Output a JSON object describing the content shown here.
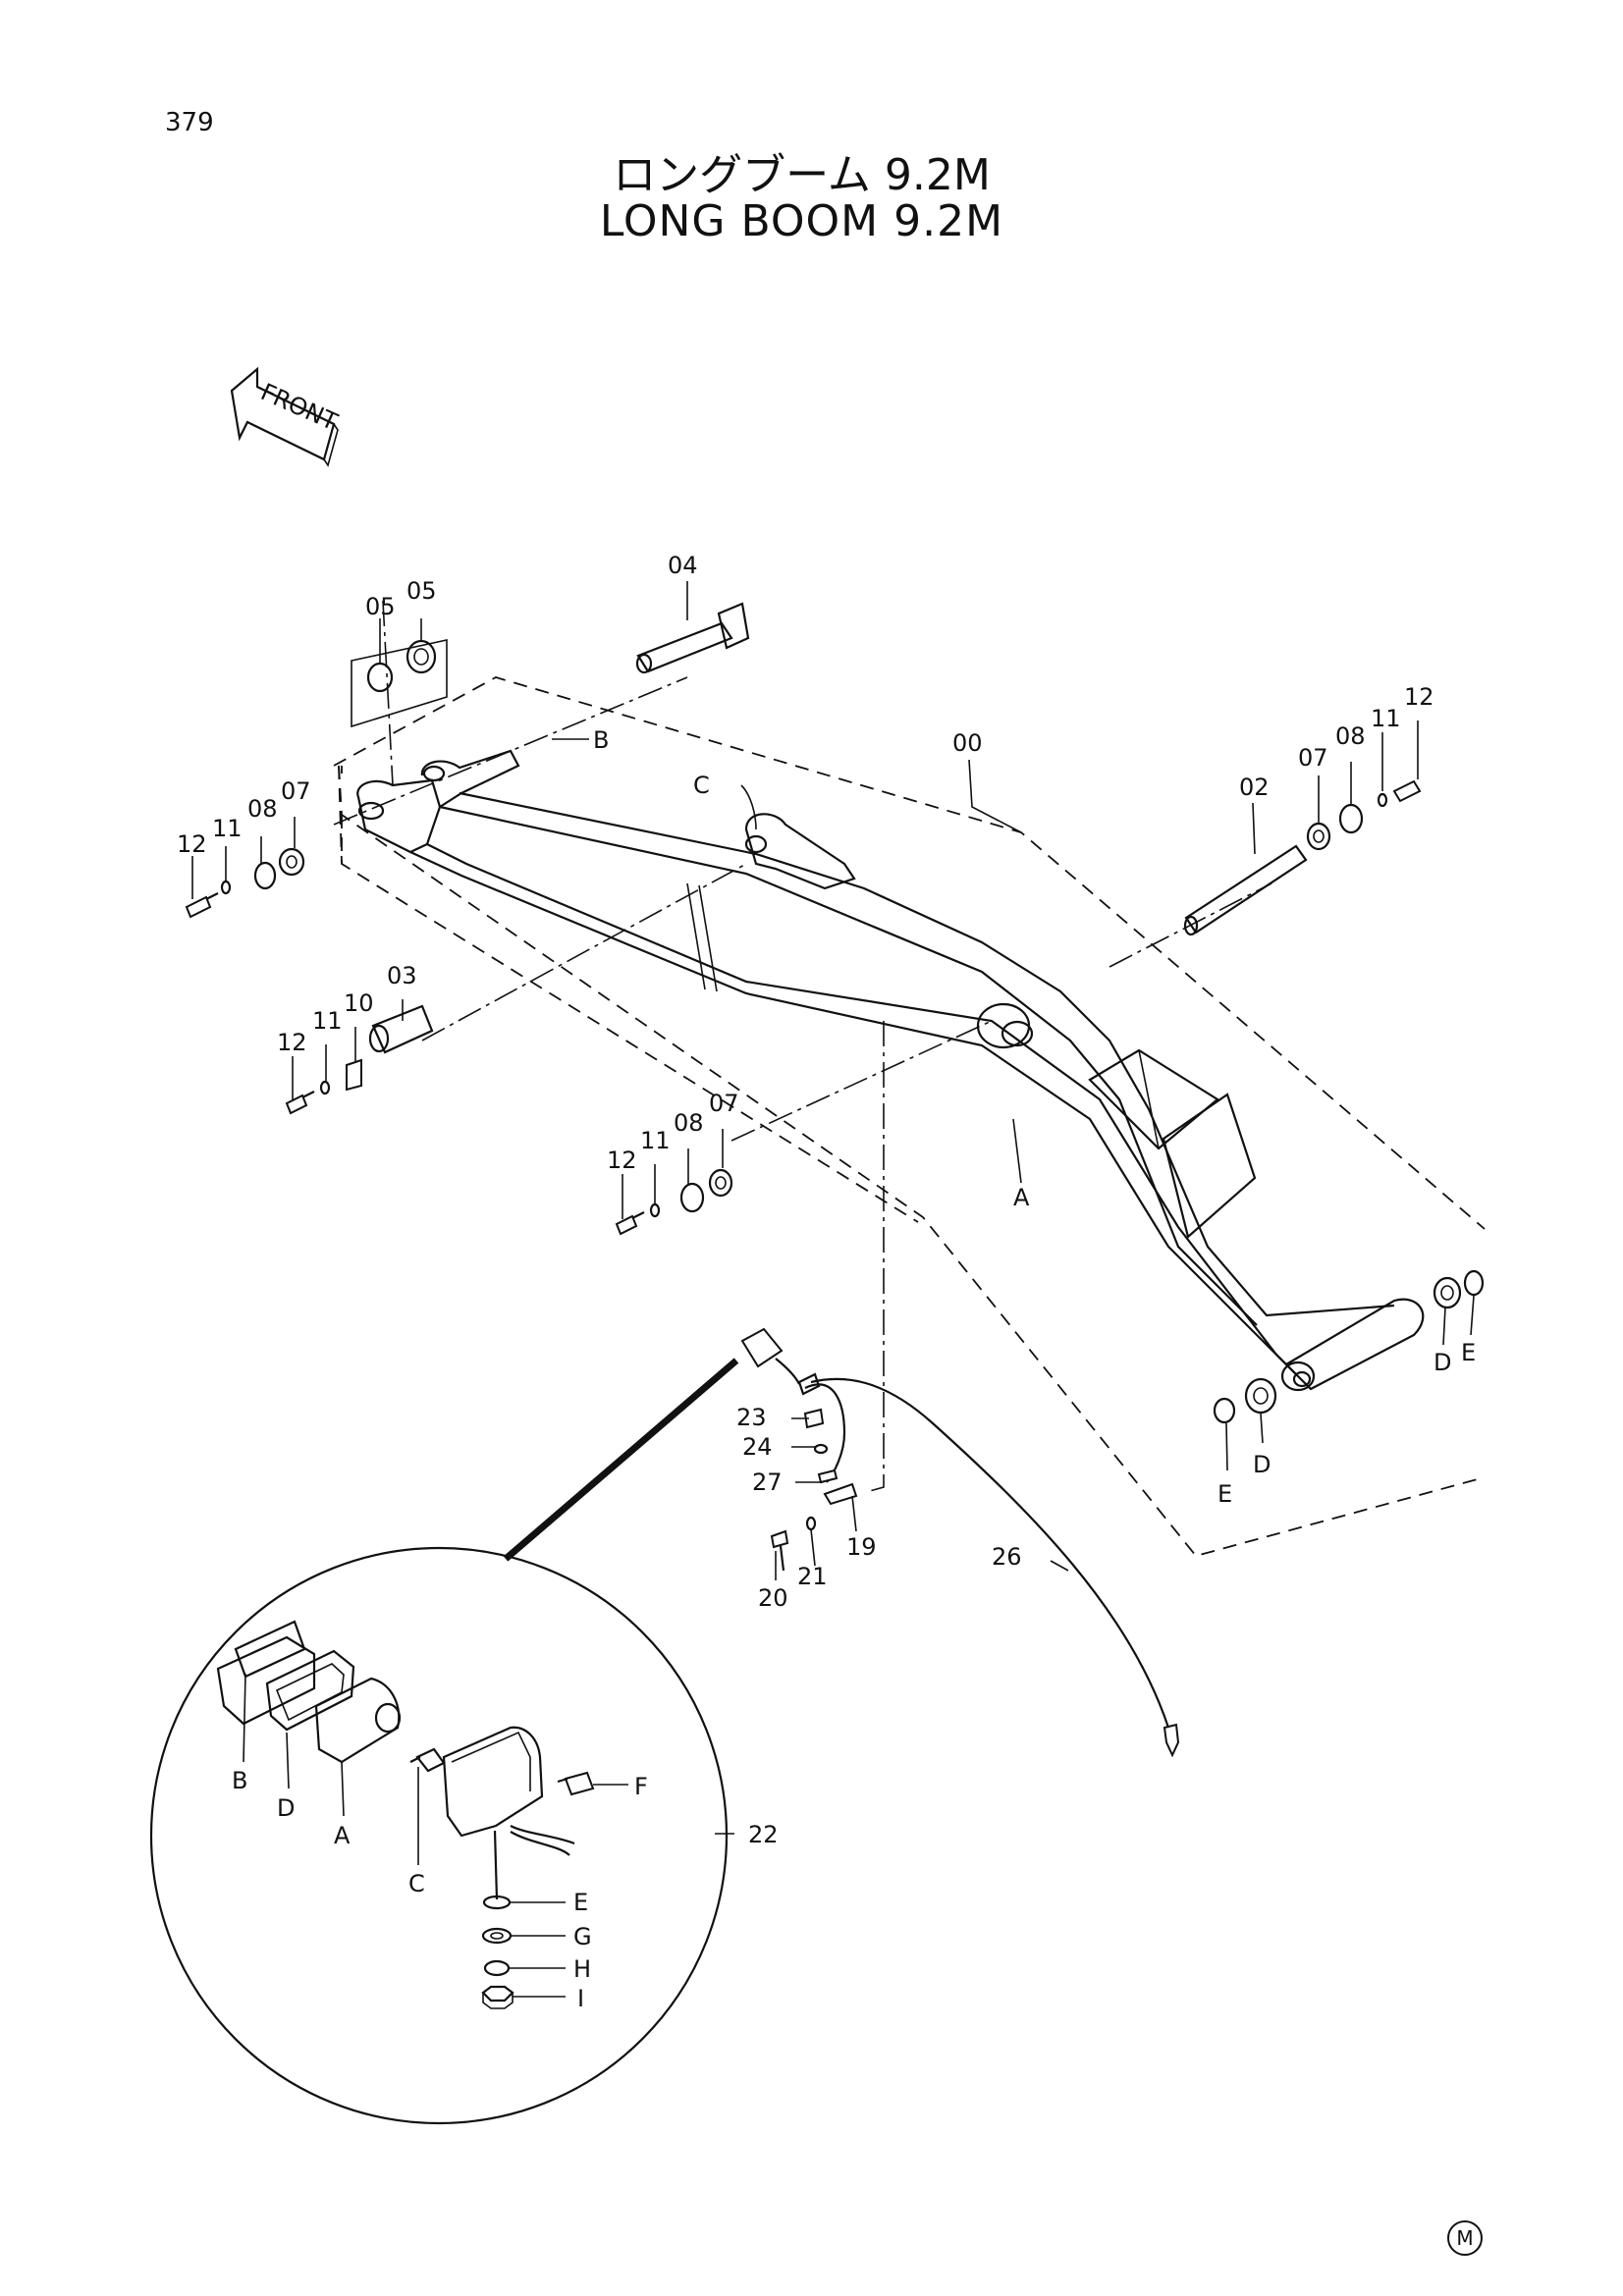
{
  "page_number": "379",
  "title_jp": "ロングブーム 9.2M",
  "title_en": "LONG BOOM 9.2M",
  "front_label": "FRONT",
  "corner_mark": "M",
  "callouts": {
    "p00": "00",
    "p02": "02",
    "p03": "03",
    "p04": "04",
    "p05a": "05",
    "p05b": "05",
    "p07a": "07",
    "p07b": "07",
    "p07c": "07",
    "p08a": "08",
    "p08b": "08",
    "p08c": "08",
    "p10": "10",
    "p11a": "11",
    "p11b": "11",
    "p11c": "11",
    "p11d": "11",
    "p12a": "12",
    "p12b": "12",
    "p12c": "12",
    "p12d": "12",
    "p19": "19",
    "p20": "20",
    "p21": "21",
    "p22": "22",
    "p23": "23",
    "p24": "24",
    "p26": "26",
    "p27": "27",
    "lA": "A",
    "lB": "B",
    "lC": "C",
    "lD1": "D",
    "lD2": "D",
    "lE1": "E",
    "lE2": "E"
  },
  "detail_callouts": {
    "A": "A",
    "B": "B",
    "C": "C",
    "D": "D",
    "E": "E",
    "F": "F",
    "G": "G",
    "H": "H",
    "I": "I"
  }
}
